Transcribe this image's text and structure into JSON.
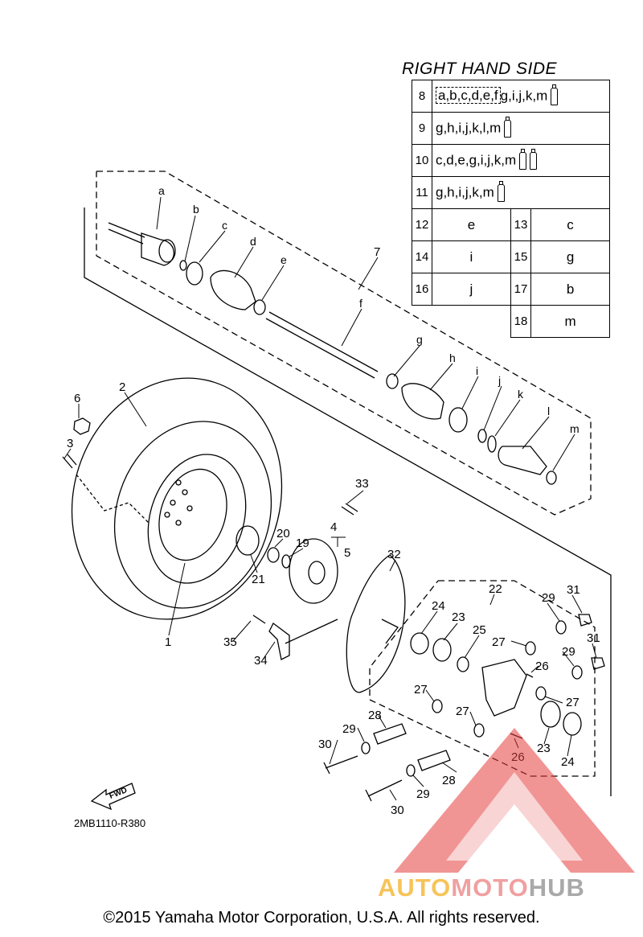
{
  "header": {
    "title": "RIGHT HAND SIDE"
  },
  "kit_table": {
    "rows": [
      {
        "num": "8",
        "text_boxed": "a,b,c,d,e,f",
        "text": "g,i,j,k,m",
        "tubes": 1
      },
      {
        "num": "9",
        "text": "g,h,i,j,k,l,m",
        "tubes": 1
      },
      {
        "num": "10",
        "text": "c,d,e,g,i,j,k,m",
        "tubes": 2
      },
      {
        "num": "11",
        "text": "g,h,i,j,k,m",
        "tubes": 1
      }
    ],
    "pairs": [
      {
        "left_num": "12",
        "left_val": "e",
        "right_num": "13",
        "right_val": "c"
      },
      {
        "left_num": "14",
        "left_val": "i",
        "right_num": "15",
        "right_val": "g"
      },
      {
        "left_num": "16",
        "left_val": "j",
        "right_num": "17",
        "right_val": "b"
      },
      {
        "left_num": "",
        "left_val": "",
        "right_num": "18",
        "right_val": "m"
      }
    ]
  },
  "callouts": {
    "n1": "1",
    "n2": "2",
    "n3": "3",
    "n4": "4",
    "n5": "5",
    "n6": "6",
    "n7": "7",
    "n19": "19",
    "n20": "20",
    "n21": "21",
    "n22": "22",
    "n23": "23",
    "n24": "24",
    "n25": "25",
    "n26": "26",
    "n27": "27",
    "n28": "28",
    "n29": "29",
    "n30": "30",
    "n31": "31",
    "n32": "32",
    "n33": "33",
    "n34": "34",
    "n35": "35"
  },
  "letters": {
    "a": "a",
    "b": "b",
    "c": "c",
    "d": "d",
    "e": "e",
    "f": "f",
    "g": "g",
    "h": "h",
    "i": "i",
    "j": "j",
    "k": "k",
    "l": "l",
    "m": "m"
  },
  "fwd_label": "FWD",
  "drawing_code": "2MB1110-R380",
  "watermark": {
    "part1": "AUTO",
    "part2": "MOTO",
    "part3": "HUB"
  },
  "copyright": "©2015 Yamaha Motor Corporation, U.S.A. All rights reserved.",
  "colors": {
    "watermark_red": "#e63c3c",
    "watermark_yellow": "#f7c45a",
    "watermark_gray": "#a9a9a9"
  },
  "icons": [
    "grease-tube-icon",
    "fwd-arrow-icon",
    "automotohub-logo-icon"
  ]
}
